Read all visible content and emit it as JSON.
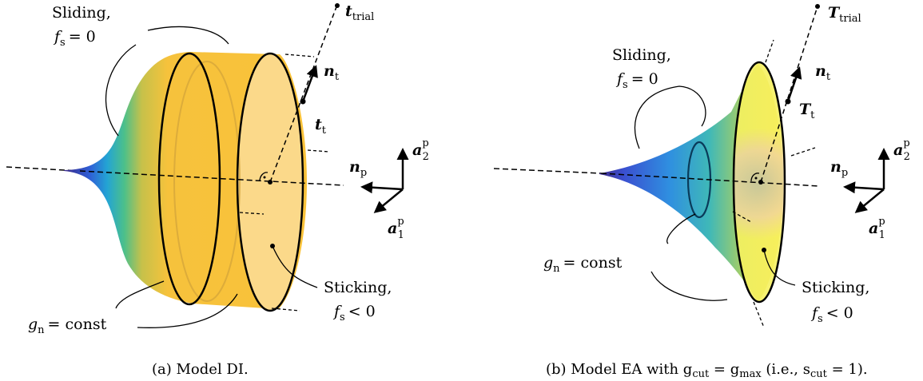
{
  "panel_a": {
    "caption": "(a) Model DI.",
    "sliding_label": "Sliding,",
    "sliding_cond_var": "f",
    "sliding_cond_sub": "s",
    "sliding_cond_rel": "= 0",
    "sticking_label": "Sticking,",
    "sticking_cond_var": "f",
    "sticking_cond_sub": "s",
    "sticking_cond_rel": "< 0",
    "gn_var": "g",
    "gn_sub": "n",
    "gn_rel": "= const",
    "t_trial_var": "t",
    "t_trial_sub": "trial",
    "n_t_var": "n",
    "n_t_sub": "t",
    "t_t_var": "t",
    "t_t_sub": "t",
    "n_p_var": "n",
    "n_p_sub": "p",
    "a2_var": "a",
    "a2_sup": "p",
    "a2_sub": "2",
    "a1_var": "a",
    "a1_sup": "p",
    "a1_sub": "1"
  },
  "panel_b": {
    "caption": "(b) Model EA with g",
    "caption_sub1": "cut",
    "caption_mid": " = g",
    "caption_sub2": "max",
    "caption_mid2": " (i.e., s",
    "caption_sub3": "cut",
    "caption_end": " = 1).",
    "sliding_label": "Sliding,",
    "sliding_cond_var": "f",
    "sliding_cond_sub": "s",
    "sliding_cond_rel": "= 0",
    "sticking_label": "Sticking,",
    "sticking_cond_var": "f",
    "sticking_cond_sub": "s",
    "sticking_cond_rel": "< 0",
    "gn_var": "g",
    "gn_sub": "n",
    "gn_rel": "= const",
    "T_trial_var": "T",
    "T_trial_sub": "trial",
    "n_t_var": "n",
    "n_t_sub": "t",
    "T_t_var": "T",
    "T_t_sub": "t",
    "n_p_var": "n",
    "n_p_sub": "p",
    "a2_var": "a",
    "a2_sup": "p",
    "a2_sub": "2",
    "a1_var": "a",
    "a1_sup": "p",
    "a1_sub": "1"
  }
}
